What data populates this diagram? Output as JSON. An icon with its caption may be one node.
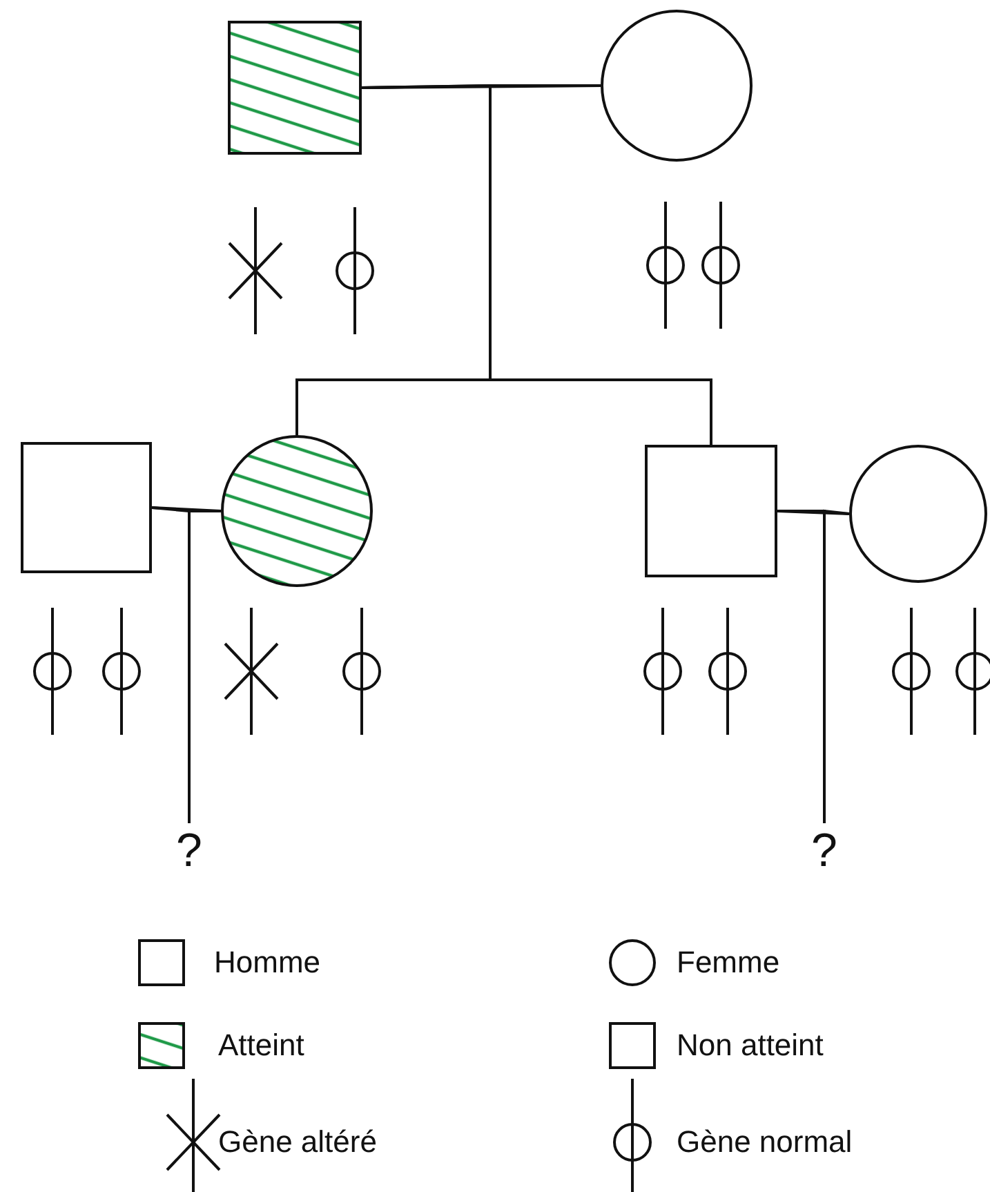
{
  "diagram": {
    "nodes": [
      {
        "text": [],
        "shape": "box"
      },
      {
        "text": [],
        "shape": "circle"
      },
      {
        "text": [],
        "shape": "box"
      },
      {
        "text": [],
        "shape": "circle"
      },
      {
        "text": [],
        "shape": "box"
      },
      {
        "text": [],
        "shape": "circle"
      },
      {
        "text": [
          "?"
        ]
      },
      {
        "text": [
          "?"
        ]
      }
    ],
    "edges": [
      {
        "from": 0,
        "to": 1,
        "arrow": "none"
      },
      {
        "from": 0,
        "to": 3,
        "arrow": "none"
      },
      {
        "from": 1,
        "to": 3,
        "arrow": "none"
      },
      {
        "from": 0,
        "to": 4,
        "arrow": "none"
      },
      {
        "from": 1,
        "to": 4,
        "arrow": "none"
      },
      {
        "from": 2,
        "to": 3,
        "arrow": "none"
      },
      {
        "from": 2,
        "to": 6,
        "arrow": "none"
      },
      {
        "from": 3,
        "to": 6,
        "arrow": "none"
      },
      {
        "from": 4,
        "to": 5,
        "arrow": "none"
      },
      {
        "from": 4,
        "to": 7,
        "arrow": "none"
      },
      {
        "from": 5,
        "to": 7,
        "arrow": "none"
      }
    ],
    "legend": [
      {
        "text": "Homme"
      },
      {
        "text": "Femme"
      },
      {
        "text": "Atteint"
      },
      {
        "text": "Non atteint"
      },
      {
        "text": "Gène altéré"
      },
      {
        "text": "Gène normal"
      }
    ]
  }
}
